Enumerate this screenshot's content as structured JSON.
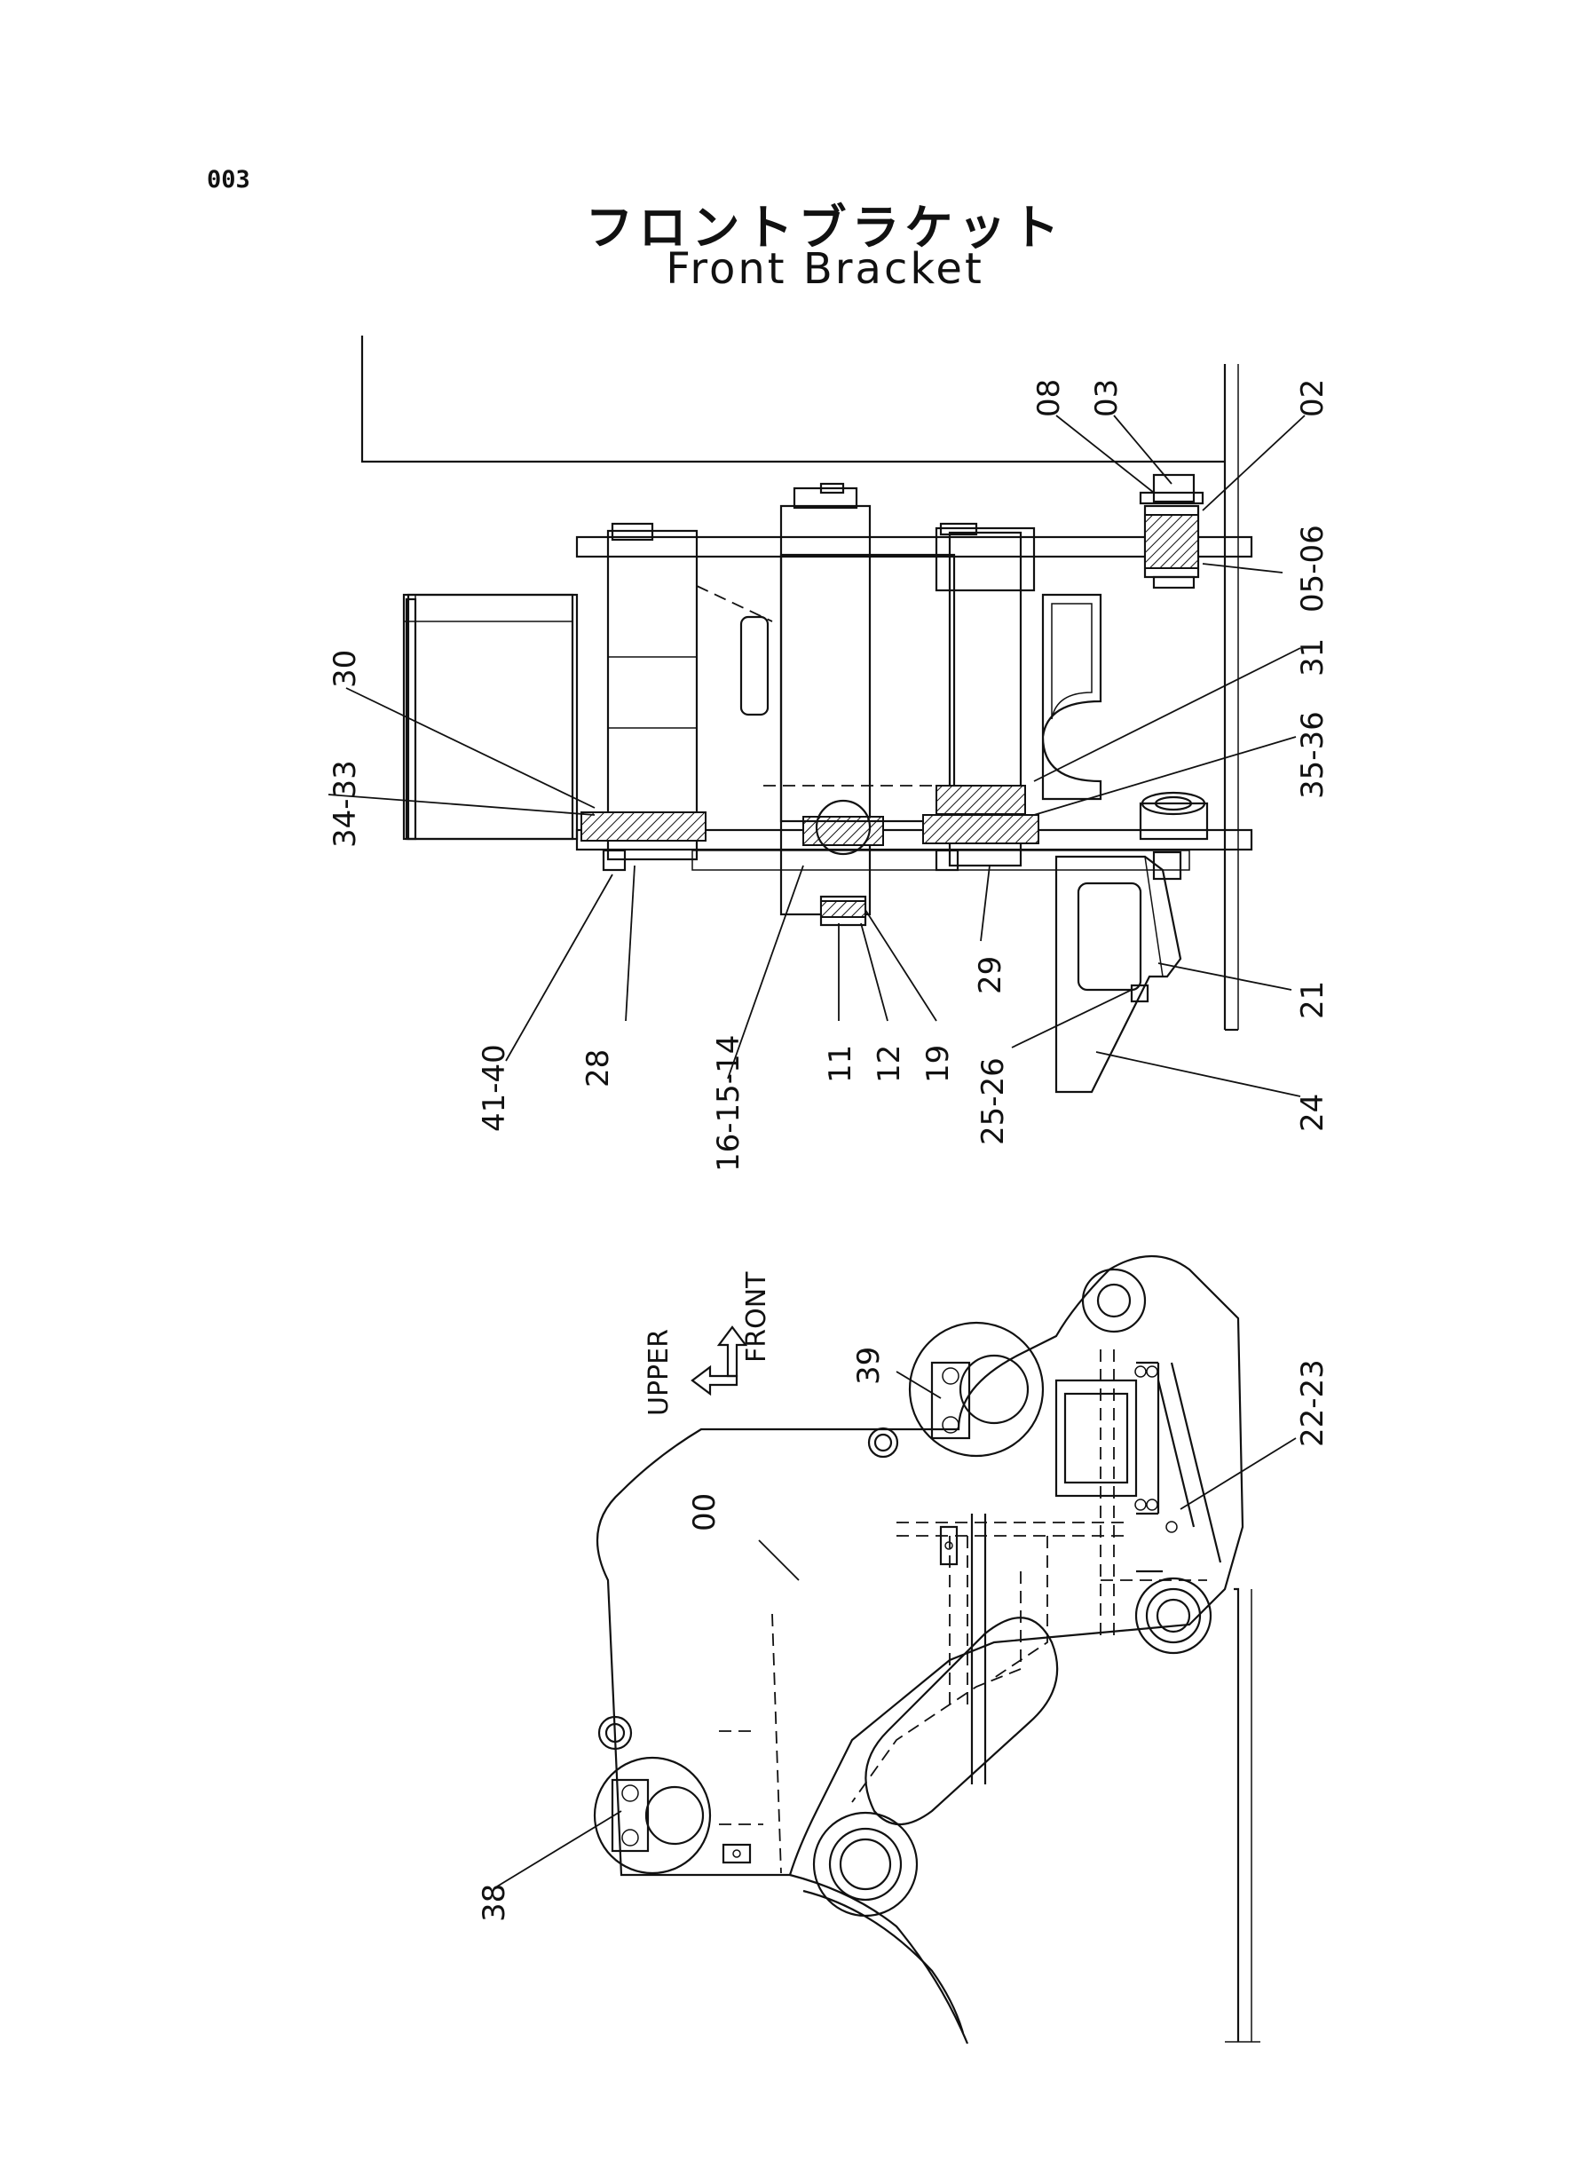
{
  "page": {
    "id": "003"
  },
  "title": {
    "japanese": "フロントブラケット",
    "english": "Front Bracket"
  },
  "orientation": {
    "upper": "UPPER",
    "front": "FRONT"
  },
  "callouts": {
    "c00": "00",
    "c02": "02",
    "c03": "03",
    "c08": "08",
    "c0506": "05-06",
    "c11": "11",
    "c12": "12",
    "c161514": "16-15-14",
    "c19": "19",
    "c21": "21",
    "c2223": "22-23",
    "c24": "24",
    "c2526": "25-26",
    "c28": "28",
    "c29": "29",
    "c30": "30",
    "c31": "31",
    "c3433": "34-33",
    "c3536": "35-36",
    "c38": "38",
    "c39": "39",
    "c4140": "41-40"
  }
}
